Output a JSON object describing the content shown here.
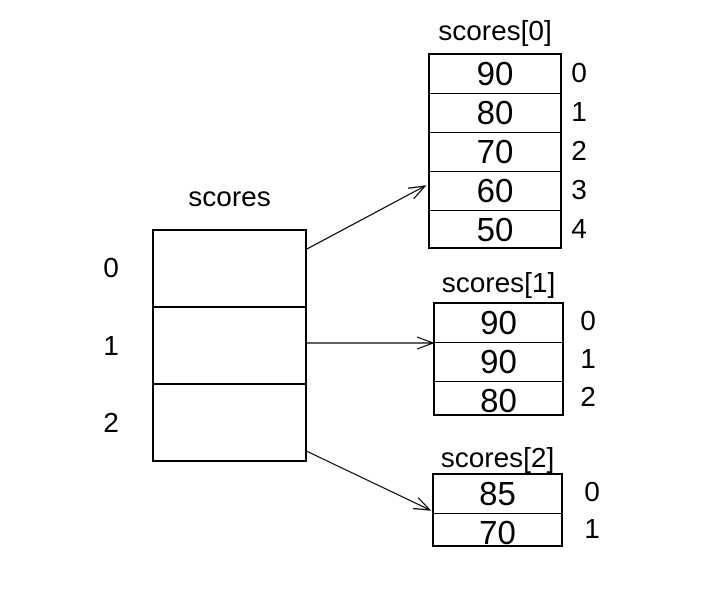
{
  "main_array": {
    "title": "scores",
    "indices": [
      "0",
      "1",
      "2"
    ]
  },
  "sub_arrays": [
    {
      "title": "scores[0]",
      "values": [
        "90",
        "80",
        "70",
        "60",
        "50"
      ],
      "indices": [
        "0",
        "1",
        "2",
        "3",
        "4"
      ]
    },
    {
      "title": "scores[1]",
      "values": [
        "90",
        "90",
        "80"
      ],
      "indices": [
        "0",
        "1",
        "2"
      ]
    },
    {
      "title": "scores[2]",
      "values": [
        "85",
        "70"
      ],
      "indices": [
        "0",
        "1"
      ]
    }
  ],
  "colors": {
    "line": "#000000",
    "text": "#000000",
    "background": "#ffffff"
  }
}
